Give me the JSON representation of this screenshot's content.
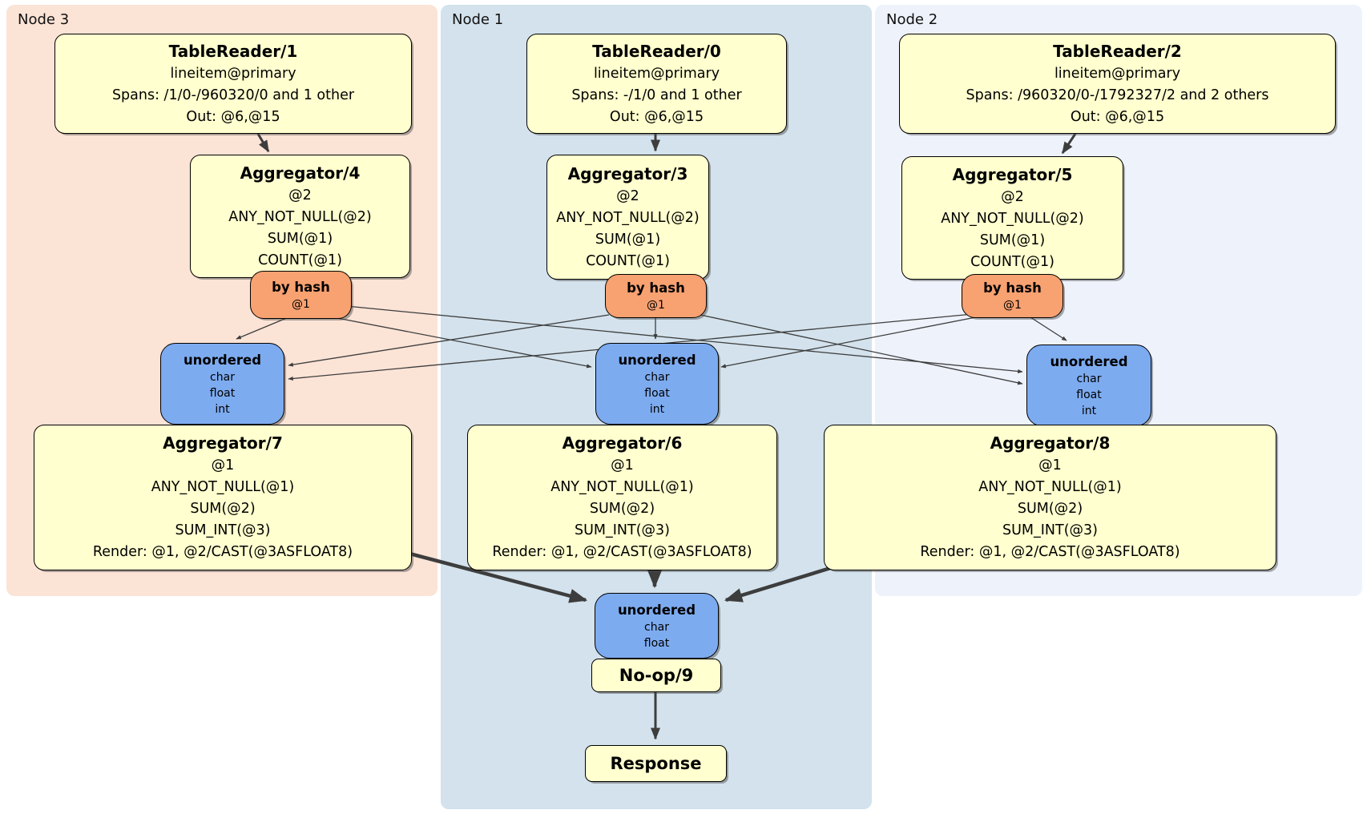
{
  "colors": {
    "node3_bg": "#fbe3d6",
    "node1_bg": "#d3e2ec",
    "node2_bg": "#eef2fb",
    "box_yellow": "#ffffcf",
    "hash_orange": "#f8a171",
    "sync_blue": "#7dabf0",
    "edge": "#3d3d3d"
  },
  "node3": {
    "label": "Node 3",
    "tablereader": {
      "title": "TableReader/1",
      "lines": [
        "lineitem@primary",
        "Spans: /1/0-/960320/0 and 1 other",
        "Out: @6,@15"
      ]
    },
    "aggregator_top": {
      "title": "Aggregator/4",
      "lines": [
        "@2",
        "ANY_NOT_NULL(@2)",
        "SUM(@1)",
        "COUNT(@1)"
      ]
    },
    "hash": {
      "title": "by hash",
      "lines": [
        "@1"
      ]
    },
    "unordered": {
      "title": "unordered",
      "lines": [
        "char",
        "float",
        "int"
      ]
    },
    "aggregator_bottom": {
      "title": "Aggregator/7",
      "lines": [
        "@1",
        "ANY_NOT_NULL(@1)",
        "SUM(@2)",
        "SUM_INT(@3)",
        "Render: @1, @2/CAST(@3ASFLOAT8)"
      ]
    }
  },
  "node1": {
    "label": "Node 1",
    "tablereader": {
      "title": "TableReader/0",
      "lines": [
        "lineitem@primary",
        "Spans: -/1/0 and 1 other",
        "Out: @6,@15"
      ]
    },
    "aggregator_top": {
      "title": "Aggregator/3",
      "lines": [
        "@2",
        "ANY_NOT_NULL(@2)",
        "SUM(@1)",
        "COUNT(@1)"
      ]
    },
    "hash": {
      "title": "by hash",
      "lines": [
        "@1"
      ]
    },
    "unordered": {
      "title": "unordered",
      "lines": [
        "char",
        "float",
        "int"
      ]
    },
    "aggregator_bottom": {
      "title": "Aggregator/6",
      "lines": [
        "@1",
        "ANY_NOT_NULL(@1)",
        "SUM(@2)",
        "SUM_INT(@3)",
        "Render: @1, @2/CAST(@3ASFLOAT8)"
      ]
    },
    "final_unordered": {
      "title": "unordered",
      "lines": [
        "char",
        "float"
      ]
    },
    "noop": {
      "title": "No-op/9"
    },
    "response": {
      "title": "Response"
    }
  },
  "node2": {
    "label": "Node 2",
    "tablereader": {
      "title": "TableReader/2",
      "lines": [
        "lineitem@primary",
        "Spans: /960320/0-/1792327/2 and 2 others",
        "Out: @6,@15"
      ]
    },
    "aggregator_top": {
      "title": "Aggregator/5",
      "lines": [
        "@2",
        "ANY_NOT_NULL(@2)",
        "SUM(@1)",
        "COUNT(@1)"
      ]
    },
    "hash": {
      "title": "by hash",
      "lines": [
        "@1"
      ]
    },
    "unordered": {
      "title": "unordered",
      "lines": [
        "char",
        "float",
        "int"
      ]
    },
    "aggregator_bottom": {
      "title": "Aggregator/8",
      "lines": [
        "@1",
        "ANY_NOT_NULL(@1)",
        "SUM(@2)",
        "SUM_INT(@3)",
        "Render: @1, @2/CAST(@3ASFLOAT8)"
      ]
    }
  }
}
